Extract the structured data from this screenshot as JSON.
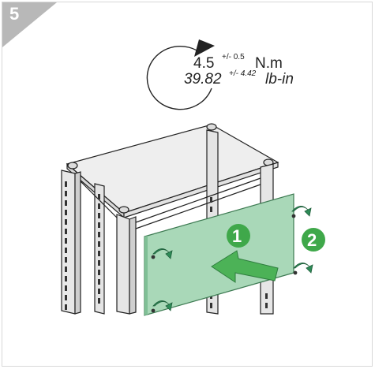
{
  "step": {
    "number": "5"
  },
  "torque": {
    "metric_value": "4.5",
    "metric_tolerance": "+/- 0.5",
    "metric_unit": "N.m",
    "imperial_value": "39.82",
    "imperial_tolerance": "+/- 4.42",
    "imperial_unit": "lb-in"
  },
  "callouts": [
    {
      "label": "1"
    },
    {
      "label": "2"
    }
  ],
  "colors": {
    "step_badge": "#b8b8b8",
    "panel_fill": "#a9d8b8",
    "panel_stroke": "#3d7a52",
    "callout_circle": "#3fa84a",
    "arrow_fill": "#4cb257",
    "screw_arrow": "#2e8b57",
    "frame_stroke": "#222222"
  },
  "icons": [
    "torque-rotation-arrow-icon",
    "screw-tighten-icon",
    "insert-arrow-icon"
  ]
}
